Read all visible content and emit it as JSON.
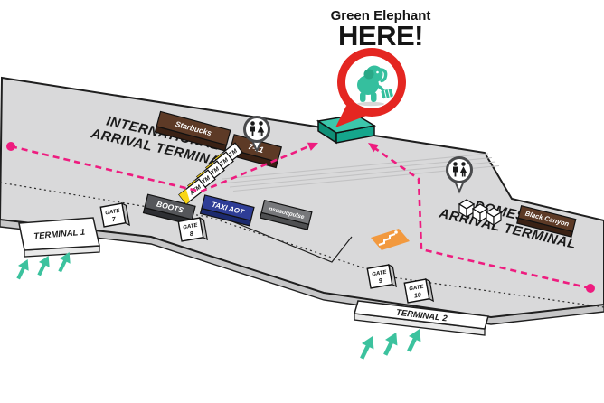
{
  "title": {
    "line1": "Green Elephant",
    "line2": "HERE!"
  },
  "map": {
    "areas": {
      "international_line1": "INTERNATIONAL",
      "international_line2": "ARRIVAL TERMINAL",
      "domestic_line1": "DOMESTIC",
      "domestic_line2": "ARRIVAL TERMINAL"
    },
    "platforms": {
      "terminal1": "TERMINAL 1",
      "terminal2": "TERMINAL 2"
    },
    "gates": [
      {
        "word": "GATE",
        "number": "7"
      },
      {
        "word": "GATE",
        "number": "8"
      },
      {
        "word": "GATE",
        "number": "9"
      },
      {
        "word": "GATE",
        "number": "10"
      }
    ],
    "shops": {
      "starbucks": "Starbucks",
      "seven_eleven": "7-11",
      "boots": "BOOTS",
      "taxi_aot": "TAXI AOT",
      "info_counter": "nsuaoupulse",
      "black_canyon": "Black Canyon"
    },
    "atm_label": "ATM",
    "atm_count": 5,
    "icons": {
      "restroom": "restroom-pin",
      "escalator": "escalator-sign",
      "mascot": "green-elephant-mascot-icon",
      "meeting_pin": "location-pin-icon",
      "direction": "direction-arrow"
    },
    "colors": {
      "route_pink": "#ee1c7f",
      "accent_teal": "#35bf9e",
      "pin_red": "#e42621",
      "floor_gray": "#d9d9da",
      "shop_brown": "#5d3a26",
      "taxi_blue": "#2e3d96",
      "atm_yellow": "#f9d616"
    }
  }
}
